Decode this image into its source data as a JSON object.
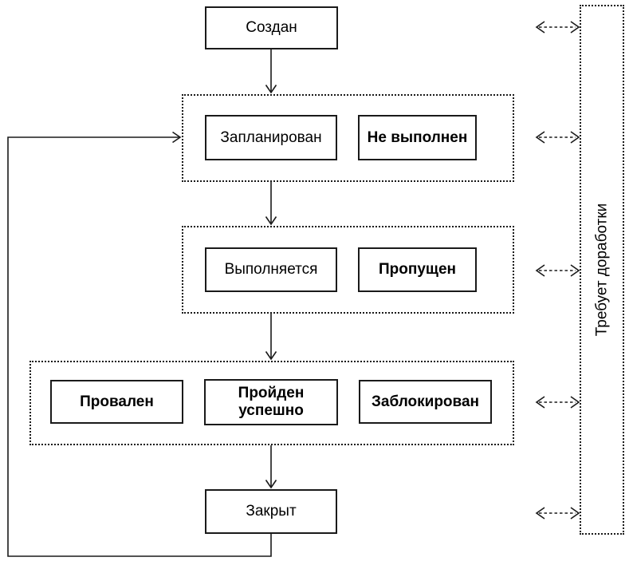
{
  "diagram": {
    "nodes": {
      "created": "Создан",
      "planned": "Запланирован",
      "not_executed": "Не выполнен",
      "executing": "Выполняется",
      "skipped": "Пропущен",
      "failed": "Провален",
      "passed": "Пройден успешно",
      "blocked": "Заблокирован",
      "closed": "Закрыт"
    },
    "side_panel_label": "Требует доработки",
    "edges": [
      {
        "from": "created",
        "to": "planned-group",
        "style": "solid-arrow"
      },
      {
        "from": "planned-group",
        "to": "executing-group",
        "style": "solid-arrow"
      },
      {
        "from": "executing-group",
        "to": "result-group",
        "style": "solid-arrow"
      },
      {
        "from": "result-group",
        "to": "closed",
        "style": "solid-arrow"
      },
      {
        "from": "closed",
        "to": "planned-group",
        "style": "solid-arrow-loop"
      },
      {
        "from": "created",
        "to": "rework-panel",
        "style": "dashed-double-arrow"
      },
      {
        "from": "planned-group",
        "to": "rework-panel",
        "style": "dashed-double-arrow"
      },
      {
        "from": "executing-group",
        "to": "rework-panel",
        "style": "dashed-double-arrow"
      },
      {
        "from": "result-group",
        "to": "rework-panel",
        "style": "dashed-double-arrow"
      },
      {
        "from": "closed",
        "to": "rework-panel",
        "style": "dashed-double-arrow"
      }
    ],
    "colors": {
      "line": "#1a1a1a",
      "background": "#ffffff"
    }
  }
}
